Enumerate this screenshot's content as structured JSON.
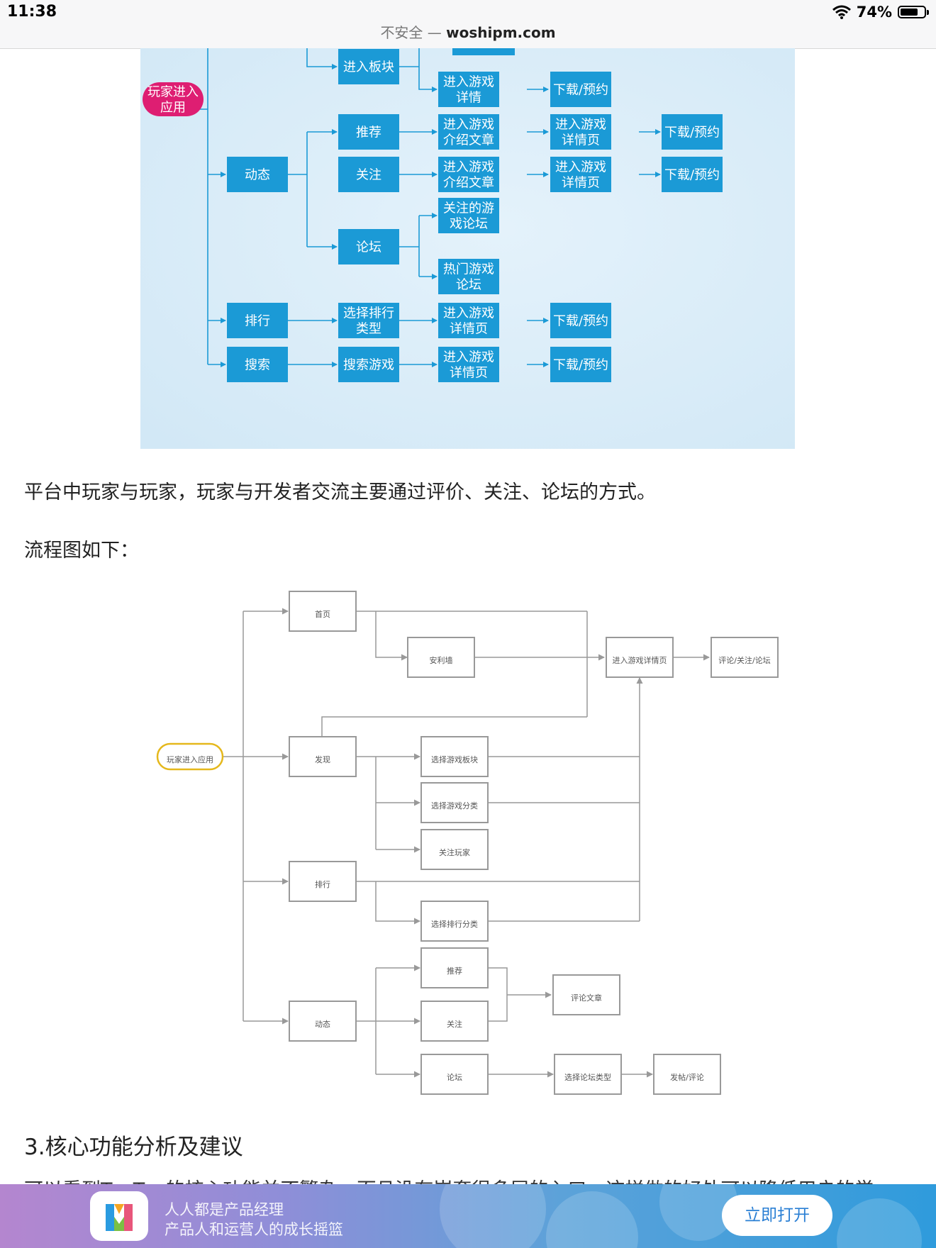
{
  "status_bar": {
    "time": "11:38",
    "battery_percent": "74%",
    "battery_level": 0.74,
    "wifi_icon": "wifi-icon"
  },
  "browser": {
    "insecure_label": "不安全 — ",
    "domain": "woshipm.com"
  },
  "flowchart1": {
    "root": "玩家进入\n应用",
    "col1": {
      "dongtai": "动态",
      "paihang": "排行",
      "sousuo": "搜索"
    },
    "col2": {
      "enter_block": "进入板块",
      "tuijian": "推荐",
      "guanzhu": "关注",
      "luntan": "论坛",
      "select_rank": "选择排行\n类型",
      "search_game": "搜索游戏"
    },
    "col3": {
      "game_detail": "进入游戏\n详情",
      "intro1": "进入游戏\n介绍文章",
      "intro2": "进入游戏\n介绍文章",
      "followed_forum": "关注的游\n戏论坛",
      "hot_forum": "热门游戏\n论坛",
      "detail_page1": "进入游戏\n详情页",
      "detail_page2": "进入游戏\n详情页"
    },
    "col4": {
      "download1": "下载/预约",
      "detail_page1": "进入游戏\n详情页",
      "detail_page2": "进入游戏\n详情页",
      "download2": "下载/预约",
      "download3": "下载/预约"
    },
    "col5": {
      "download1": "下载/预约",
      "download2": "下载/预约"
    }
  },
  "paragraph1": "平台中玩家与玩家，玩家与开发者交流主要通过评价、关注、论坛的方式。",
  "paragraph2": "流程图如下：",
  "flowchart2": {
    "start": "玩家进入应用",
    "home": "首页",
    "anli": "安利墙",
    "discover": "发现",
    "select_block": "选择游戏板块",
    "select_category": "选择游戏分类",
    "follow_player": "关注玩家",
    "rank": "排行",
    "select_rank_category": "选择排行分类",
    "recommend": "推荐",
    "follow": "关注",
    "dynamic": "动态",
    "forum": "论坛",
    "comment_article": "评论文章",
    "select_forum_type": "选择论坛类型",
    "post_comment": "发帖/评论",
    "game_detail": "进入游戏详情页",
    "review_follow_forum": "评论/关注/论坛"
  },
  "section_title": "3.核心功能分析及建议",
  "cut_text": "可以看到TapTap的核心功能并不繁杂，而且没有嵌套很多层的入口，这样做的好处可以降低用户的学",
  "banner": {
    "title": "人人都是产品经理",
    "subtitle": "产品人和运营人的成长摇篮",
    "open_button": "立即打开",
    "colors": {
      "gradient_start": "#b486cf",
      "gradient_end": "#2f9bdc",
      "button_text": "#2a7fd4"
    }
  },
  "colors": {
    "node_blue": "#1b9ad6",
    "root_pink": "#de1e72",
    "start_yellow": "#e5b81c",
    "diagram_bg": "#dceef9"
  }
}
